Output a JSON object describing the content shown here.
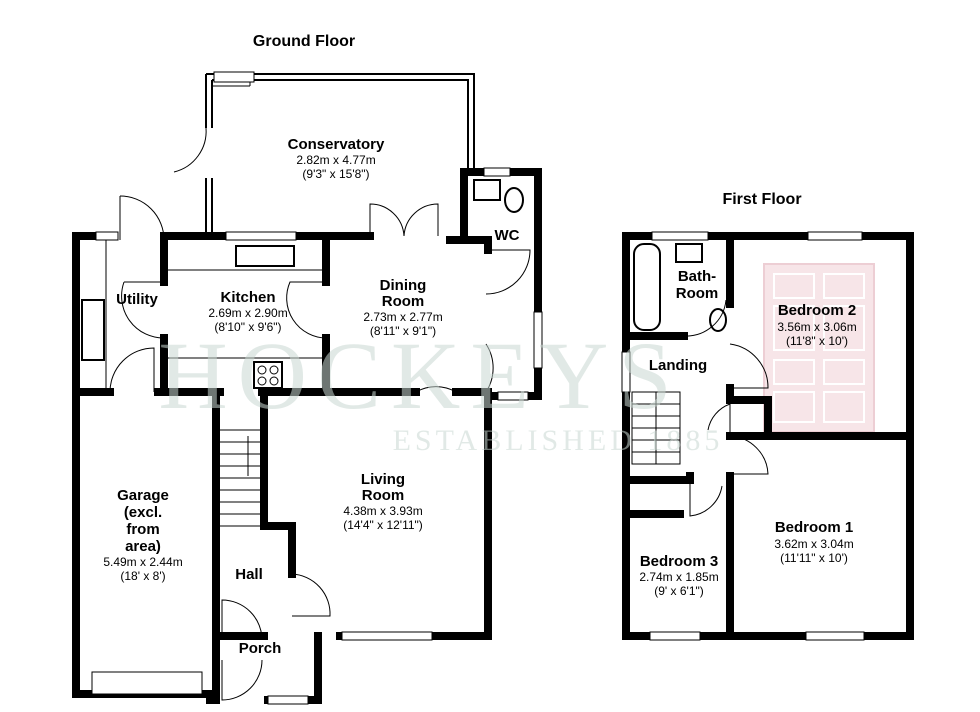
{
  "watermark": {
    "brand": "HOCKEYS",
    "tagline": "ESTABLISHED 1885"
  },
  "ground_floor": {
    "title": "Ground Floor",
    "rooms": {
      "conservatory": {
        "name": "Conservatory",
        "metric": "2.82m x 4.77m",
        "imperial": "(9'3\" x 15'8\")"
      },
      "wc": {
        "name": "WC"
      },
      "utility": {
        "name": "Utility"
      },
      "kitchen": {
        "name": "Kitchen",
        "metric": "2.69m x 2.90m",
        "imperial": "(8'10\" x 9'6\")"
      },
      "dining": {
        "name_line1": "Dining",
        "name_line2": "Room",
        "metric": "2.73m x 2.77m",
        "imperial": "(8'11\" x 9'1\")"
      },
      "living": {
        "name_line1": "Living",
        "name_line2": "Room",
        "metric": "4.38m x 3.93m",
        "imperial": "(14'4\" x 12'11\")"
      },
      "garage": {
        "name_line1": "Garage",
        "name_line2": "(excl.",
        "name_line3": "from",
        "name_line4": "area)",
        "metric": "5.49m x 2.44m",
        "imperial": "(18' x 8')"
      },
      "hall": {
        "name": "Hall"
      },
      "porch": {
        "name": "Porch"
      }
    }
  },
  "first_floor": {
    "title": "First Floor",
    "rooms": {
      "bathroom": {
        "name_line1": "Bath-",
        "name_line2": "Room"
      },
      "landing": {
        "name": "Landing"
      },
      "bedroom2": {
        "name": "Bedroom 2",
        "metric": "3.56m x 3.06m",
        "imperial": "(11'8\" x 10')"
      },
      "bedroom1": {
        "name": "Bedroom 1",
        "metric": "3.62m x 3.04m",
        "imperial": "(11'11\" x 10')"
      },
      "bedroom3": {
        "name": "Bedroom 3",
        "metric": "2.74m x 1.85m",
        "imperial": "(9' x 6'1\")"
      }
    }
  },
  "colors": {
    "wall": "#000000",
    "watermark": "#c9d8d2",
    "logo_pink": "#e8b4bd"
  }
}
